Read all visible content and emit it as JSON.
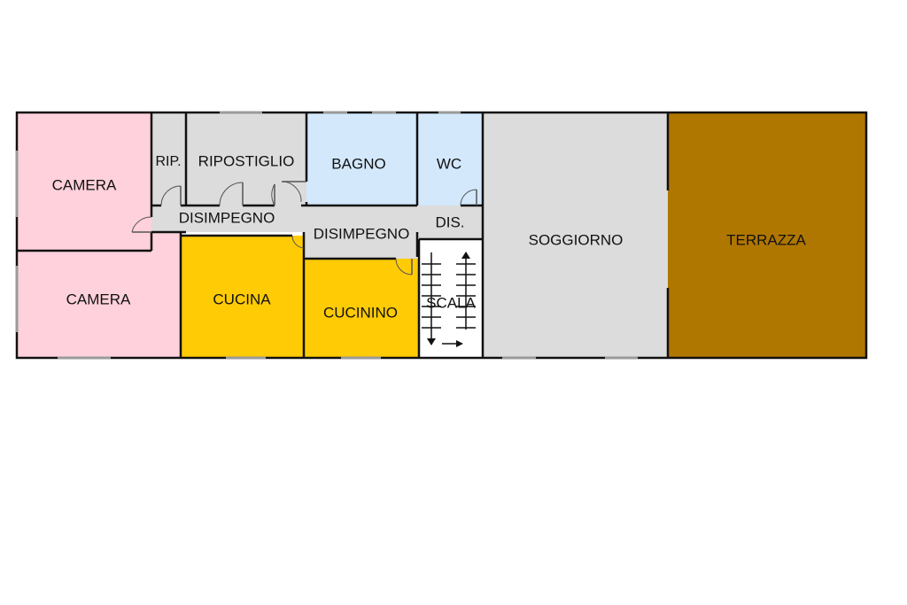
{
  "colors": {
    "camera": "#ffd1dc",
    "service": "#dcdcdc",
    "bagno": "#d3e8fb",
    "cucina": "#ffcb05",
    "soggiorno": "#dcdcdc",
    "terrazza": "#b07700",
    "scala": "#ffffff",
    "wall": "#111111"
  },
  "rooms": {
    "camera_top": "CAMERA",
    "camera_bottom": "CAMERA",
    "rip": "RIP.",
    "ripostiglio": "RIPOSTIGLIO",
    "bagno": "BAGNO",
    "wc": "WC",
    "disimpegno_left": "DISIMPEGNO",
    "disimpegno_mid": "DISIMPEGNO",
    "dis": "DIS.",
    "cucina": "CUCINA",
    "cucinino": "CUCININO",
    "scala": "SCALA",
    "soggiorno": "SOGGIORNO",
    "terrazza": "TERRAZZA"
  }
}
